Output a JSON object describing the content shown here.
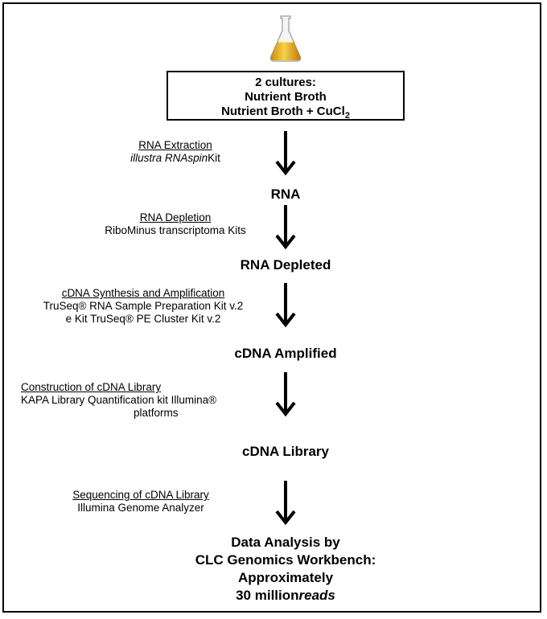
{
  "cultures": {
    "heading": "2 cultures:",
    "line1": "Nutrient Broth",
    "line2_prefix": "Nutrient Broth + CuCl",
    "line2_sub": "2"
  },
  "steps": [
    {
      "title": "RNA Extraction",
      "kit_italic": "illustra RNAspin",
      "kit_rest": "Kit"
    },
    {
      "title": "RNA Depletion",
      "kit": "RiboMinus  transcriptoma Kits"
    },
    {
      "title": "cDNA Synthesis and Amplification",
      "kit_line1": "TruSeq® RNA Sample Preparation Kit v.2",
      "kit_line2": "e Kit TruSeq® PE Cluster Kit v.2"
    },
    {
      "title": "Construction of cDNA Library",
      "kit_line1": "KAPA Library Quantification kit Illumina®",
      "kit_line2": "platforms"
    },
    {
      "title": "Sequencing of cDNA Library",
      "kit": "Illumina Genome Analyzer"
    }
  ],
  "nodes": {
    "rna": "RNA",
    "rna_depleted": "RNA Depleted",
    "cdna_amplified": "cDNA Amplified",
    "cdna_library": "cDNA Library",
    "final_line1": "Data Analysis by",
    "final_line2": "CLC Genomics Workbench:",
    "final_line3": "Approximately",
    "final_line4_prefix": "30 million",
    "final_line4_italic": "reads"
  }
}
